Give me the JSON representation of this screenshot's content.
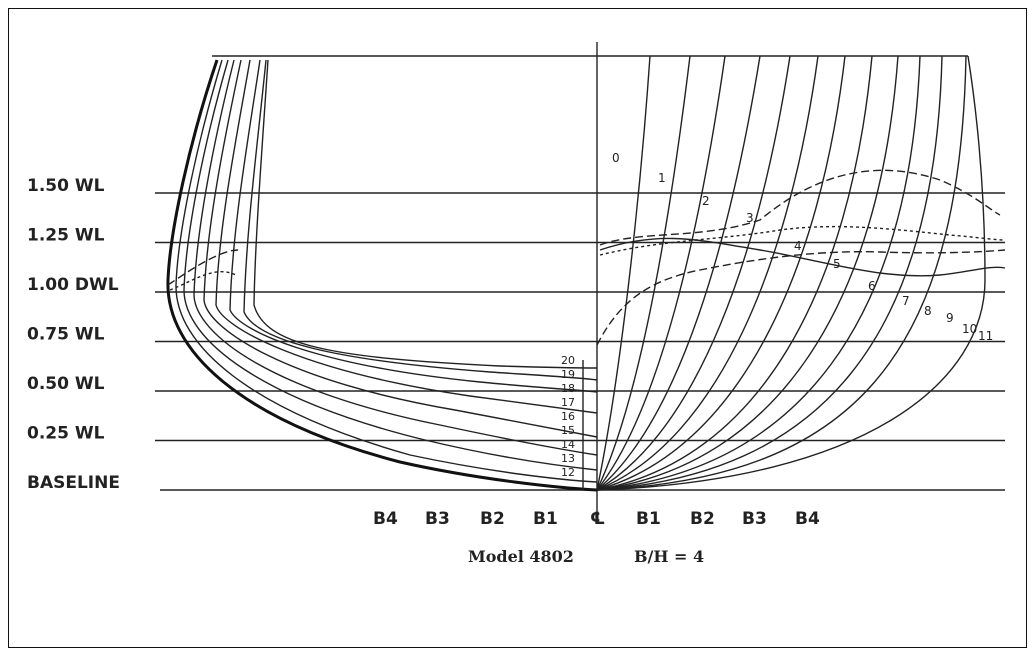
{
  "waterlines": [
    {
      "label": "1.50   WL",
      "y": 1.5
    },
    {
      "label": "1.25   WL",
      "y": 1.25
    },
    {
      "label": "1.00  DWL",
      "y": 1.0
    },
    {
      "label": "0.75   WL",
      "y": 0.75
    },
    {
      "label": "0.50   WL",
      "y": 0.5
    },
    {
      "label": "0.25   WL",
      "y": 0.25
    },
    {
      "label": "BASELINE",
      "y": 0
    }
  ],
  "buttocks_left": [
    "B4",
    "B3",
    "B2",
    "B1"
  ],
  "buttocks_right": [
    "B1",
    "B2",
    "B3",
    "B4"
  ],
  "centerline_symbol": "℄",
  "caption": {
    "model": "Model 4802",
    "ratio": "B/H = 4"
  },
  "aft_station_numbers": [
    "20",
    "19",
    "18",
    "17",
    "16",
    "15",
    "14",
    "13",
    "12"
  ],
  "fwd_station_numbers": [
    "0",
    "1",
    "2",
    "3",
    "4",
    "5",
    "6",
    "7",
    "8",
    "9",
    "10",
    "11"
  ]
}
